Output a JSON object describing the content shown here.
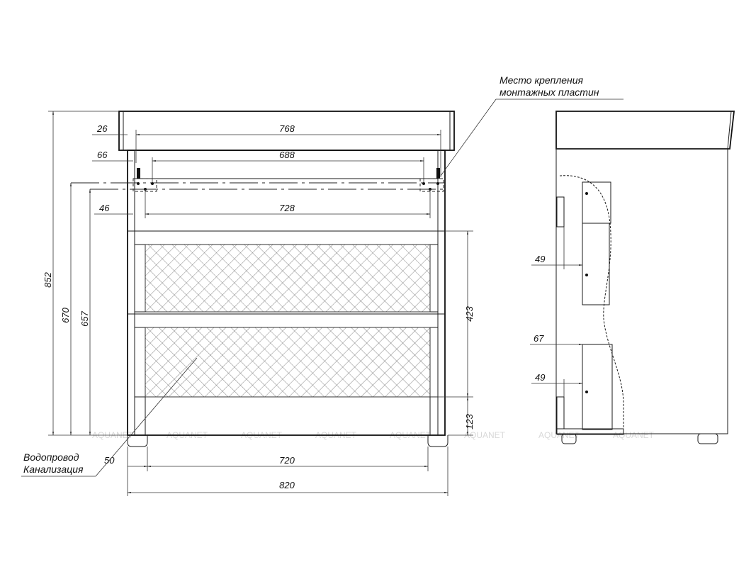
{
  "drawing": {
    "callouts": {
      "mount_line1": "Место крепления",
      "mount_line2": "монтажных пластин",
      "pipes_line1": "Водопровод",
      "pipes_line2": "Канализация"
    },
    "front_dimensions": {
      "total_height": "852",
      "mount_height_upper": "670",
      "mount_height_lower": "657",
      "countertop_offset": "26",
      "countertop_span": "768",
      "plate_offset": "66",
      "plate_span": "688",
      "hole_offset": "46",
      "hole_span": "728",
      "drawers_height": "423",
      "plinth_height": "123",
      "leg_offset": "50",
      "leg_span": "720",
      "total_width": "820"
    },
    "side_dimensions": {
      "depth_upper": "49",
      "depth_middle": "67",
      "depth_lower": "49"
    },
    "watermark": "AQUANET"
  }
}
